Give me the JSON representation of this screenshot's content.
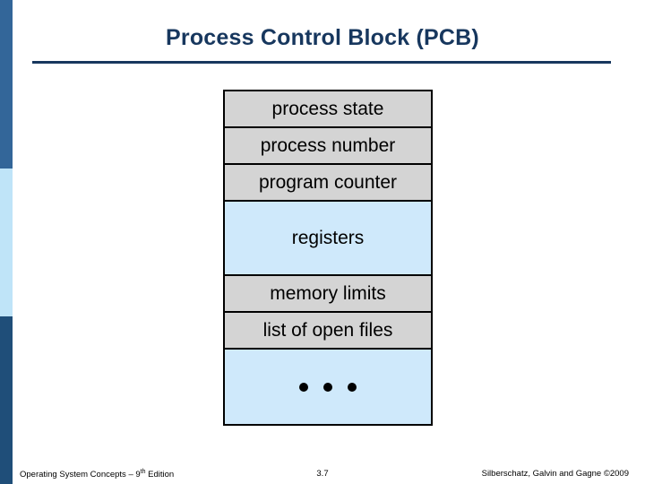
{
  "slide": {
    "title": "Process Control Block (PCB)",
    "accent_color": "#17375e",
    "bar_colors": {
      "top": "#336699",
      "middle": "#bfe4f8",
      "bottom": "#1f4e79"
    }
  },
  "pcb": {
    "rows": [
      {
        "label": "process state",
        "fill": "#d4d4d4",
        "size": "normal"
      },
      {
        "label": "process number",
        "fill": "#d4d4d4",
        "size": "normal"
      },
      {
        "label": "program counter",
        "fill": "#d4d4d4",
        "size": "normal"
      },
      {
        "label": "registers",
        "fill": "#cfe9fb",
        "size": "tall"
      },
      {
        "label": "memory limits",
        "fill": "#d4d4d4",
        "size": "normal"
      },
      {
        "label": "list of open files",
        "fill": "#d4d4d4",
        "size": "normal"
      },
      {
        "label": "",
        "fill": "#cfe9fb",
        "size": "tall"
      }
    ],
    "ellipsis_dots": 3
  },
  "footer": {
    "left_text": "Operating System Concepts – 9",
    "left_sup": "th",
    "left_tail": " Edition",
    "slide_number": "3.7",
    "right_text": "Silberschatz, Galvin and Gagne ©2009"
  }
}
